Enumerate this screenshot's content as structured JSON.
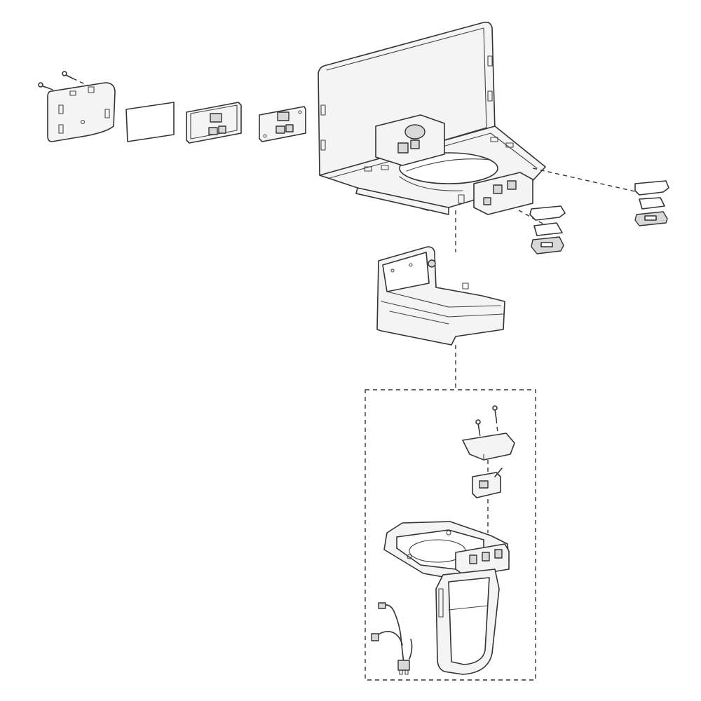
{
  "diagram": {
    "parts": [
      {
        "id": "control-cover",
        "icon": "control-panel-cover-icon"
      },
      {
        "id": "label",
        "icon": "label-sheet-icon"
      },
      {
        "id": "control-board",
        "icon": "circuit-board-icon"
      },
      {
        "id": "dispenser-board",
        "icon": "circuit-board-icon"
      },
      {
        "id": "dispenser-housing",
        "icon": "dispenser-housing-icon"
      },
      {
        "id": "lamp-cover-left",
        "icon": "lamp-cover-icon"
      },
      {
        "id": "lamp-cover-right",
        "icon": "lamp-cover-icon"
      },
      {
        "id": "drip-tray",
        "icon": "drip-tray-icon"
      },
      {
        "id": "dispenser-assembly-group",
        "icon": "dashed-group-box-icon"
      },
      {
        "id": "switch-cover",
        "icon": "cover-plate-icon"
      },
      {
        "id": "micro-switch",
        "icon": "switch-icon"
      },
      {
        "id": "ice-chute",
        "icon": "ice-chute-icon"
      },
      {
        "id": "dispenser-lever",
        "icon": "lever-paddle-icon"
      },
      {
        "id": "wire-harness",
        "icon": "wire-harness-icon"
      },
      {
        "id": "screws",
        "icon": "screw-icon"
      }
    ],
    "line_color": "#333333",
    "background": "#ffffff"
  }
}
